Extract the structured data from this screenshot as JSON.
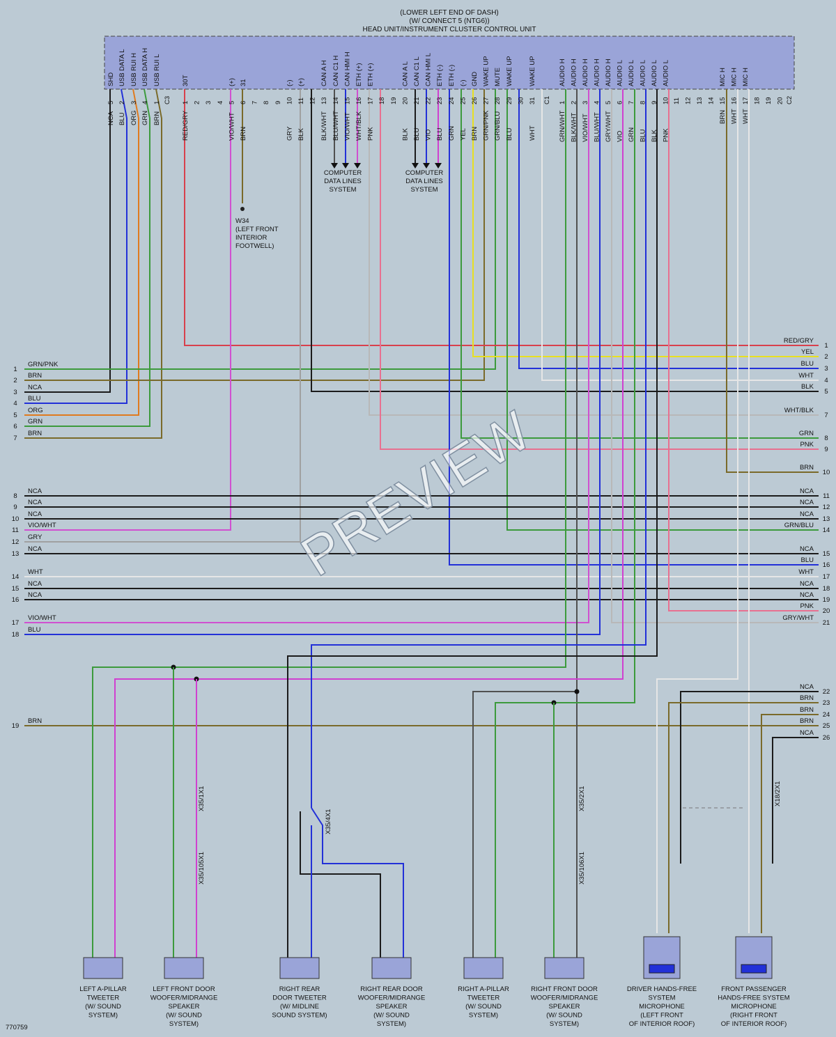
{
  "header": {
    "lines": [
      "(LOWER LEFT END OF DASH)",
      "(W/ CONNECT 5 (NTG6))",
      "HEAD UNIT/INSTRUMENT CLUSTER CONTROL UNIT"
    ]
  },
  "connector_c3": {
    "name": "C3",
    "pins": [
      {
        "fn": "SHD",
        "num": "5",
        "color": "NCA"
      },
      {
        "fn": "USB DATA L",
        "num": "2",
        "color": "BLU"
      },
      {
        "fn": "USB RUI H",
        "num": "3",
        "color": "ORG"
      },
      {
        "fn": "USB DATA H",
        "num": "4",
        "color": "GRN"
      },
      {
        "fn": "USB RUI L",
        "num": "1",
        "color": "BRN"
      }
    ]
  },
  "connector_top_pins": [
    {
      "fn": "30T",
      "num": "1",
      "color": "RED/GRY"
    },
    {
      "fn": "",
      "num": "2",
      "color": ""
    },
    {
      "fn": "",
      "num": "3",
      "color": ""
    },
    {
      "fn": "",
      "num": "4",
      "color": ""
    },
    {
      "fn": "(+)",
      "num": "5",
      "color": "VIO/WHT"
    },
    {
      "fn": "31",
      "num": "6",
      "color": "BRN"
    },
    {
      "fn": "",
      "num": "7",
      "color": ""
    },
    {
      "fn": "",
      "num": "8",
      "color": ""
    },
    {
      "fn": "",
      "num": "9",
      "color": ""
    },
    {
      "fn": "(-)",
      "num": "10",
      "color": "GRY"
    },
    {
      "fn": "(+)",
      "num": "11",
      "color": "BLK"
    },
    {
      "fn": "",
      "num": "12",
      "color": ""
    },
    {
      "fn": "CAN A H",
      "num": "13",
      "color": "BLK/WHT"
    },
    {
      "fn": "CAN C1 H",
      "num": "14",
      "color": "BLU/WHT"
    },
    {
      "fn": "CAN HMI H",
      "num": "15",
      "color": "VIO/WHT"
    },
    {
      "fn": "ETH (+)",
      "num": "16",
      "color": "WHT/BLK"
    },
    {
      "fn": "ETH (+)",
      "num": "17",
      "color": "PNK"
    },
    {
      "fn": "",
      "num": "18",
      "color": ""
    },
    {
      "fn": "",
      "num": "19",
      "color": ""
    },
    {
      "fn": "CAN A L",
      "num": "20",
      "color": "BLK"
    },
    {
      "fn": "CAN C1 L",
      "num": "21",
      "color": "BLU"
    },
    {
      "fn": "CAN HMI L",
      "num": "22",
      "color": "VIO"
    },
    {
      "fn": "ETH (-)",
      "num": "23",
      "color": "BLU"
    },
    {
      "fn": "ETH (-)",
      "num": "24",
      "color": "GRN"
    },
    {
      "fn": "(-)",
      "num": "25",
      "color": "YEL"
    },
    {
      "fn": "GND",
      "num": "26",
      "color": "BRN"
    },
    {
      "fn": "WAKE UP",
      "num": "27",
      "color": "GRN/PNK"
    },
    {
      "fn": "MUTE",
      "num": "28",
      "color": "GRN/BLU"
    },
    {
      "fn": "WAKE UP",
      "num": "29",
      "color": "BLU"
    },
    {
      "fn": "",
      "num": "30",
      "color": ""
    },
    {
      "fn": "WAKE UP",
      "num": "31",
      "color": "WHT"
    }
  ],
  "connector_c1": {
    "name": "C1",
    "pins": [
      {
        "fn": "AUDIO H",
        "num": "1",
        "color": "GRN/WHT"
      },
      {
        "fn": "AUDIO H",
        "num": "2",
        "color": "BLK/WHT"
      },
      {
        "fn": "AUDIO H",
        "num": "3",
        "color": "VIO/WHT"
      },
      {
        "fn": "AUDIO H",
        "num": "4",
        "color": "BLU/WHT"
      },
      {
        "fn": "AUDIO H",
        "num": "5",
        "color": "GRY/WHT"
      },
      {
        "fn": "AUDIO L",
        "num": "6",
        "color": "VIO"
      },
      {
        "fn": "AUDIO L",
        "num": "7",
        "color": "GRN"
      },
      {
        "fn": "AUDIO L",
        "num": "8",
        "color": "BLU"
      },
      {
        "fn": "AUDIO L",
        "num": "9",
        "color": "BLK"
      },
      {
        "fn": "AUDIO L",
        "num": "10",
        "color": "PNK"
      }
    ]
  },
  "connector_c2": {
    "name": "C2",
    "pins": [
      {
        "fn": "",
        "num": "11",
        "color": ""
      },
      {
        "fn": "",
        "num": "12",
        "color": ""
      },
      {
        "fn": "",
        "num": "13",
        "color": ""
      },
      {
        "fn": "",
        "num": "14",
        "color": ""
      },
      {
        "fn": "MIC H",
        "num": "15",
        "color": "BRN"
      },
      {
        "fn": "MIC H",
        "num": "16",
        "color": "WHT"
      },
      {
        "fn": "MIC H",
        "num": "17",
        "color": "WHT"
      },
      {
        "fn": "",
        "num": "18",
        "color": ""
      },
      {
        "fn": "",
        "num": "19",
        "color": ""
      },
      {
        "fn": "",
        "num": "20",
        "color": ""
      }
    ]
  },
  "data_lines_label": [
    "COMPUTER",
    "DATA LINES",
    "SYSTEM"
  ],
  "ground": {
    "name": "W34",
    "desc": [
      "(LEFT FRONT",
      "INTERIOR",
      "FOOTWELL)"
    ]
  },
  "left_rows": [
    {
      "num": "1",
      "color": "GRN/PNK"
    },
    {
      "num": "2",
      "color": "BRN"
    },
    {
      "num": "3",
      "color": "NCA"
    },
    {
      "num": "4",
      "color": "BLU"
    },
    {
      "num": "5",
      "color": "ORG"
    },
    {
      "num": "6",
      "color": "GRN"
    },
    {
      "num": "7",
      "color": "BRN"
    },
    {
      "num": "8",
      "color": "NCA"
    },
    {
      "num": "9",
      "color": "NCA"
    },
    {
      "num": "10",
      "color": "NCA"
    },
    {
      "num": "11",
      "color": "VIO/WHT"
    },
    {
      "num": "12",
      "color": "GRY"
    },
    {
      "num": "13",
      "color": "NCA"
    },
    {
      "num": "14",
      "color": "WHT"
    },
    {
      "num": "15",
      "color": "NCA"
    },
    {
      "num": "16",
      "color": "NCA"
    },
    {
      "num": "17",
      "color": "VIO/WHT"
    },
    {
      "num": "18",
      "color": "BLU"
    },
    {
      "num": "19",
      "color": "BRN"
    }
  ],
  "right_rows": [
    {
      "num": "1",
      "color": "RED/GRY"
    },
    {
      "num": "2",
      "color": "YEL"
    },
    {
      "num": "3",
      "color": "BLU"
    },
    {
      "num": "4",
      "color": "WHT"
    },
    {
      "num": "5",
      "color": "BLK"
    },
    {
      "num": "7",
      "color": "WHT/BLK"
    },
    {
      "num": "8",
      "color": "GRN"
    },
    {
      "num": "9",
      "color": "PNK"
    },
    {
      "num": "10",
      "color": "BRN"
    },
    {
      "num": "11",
      "color": "NCA"
    },
    {
      "num": "12",
      "color": "NCA"
    },
    {
      "num": "13",
      "color": "NCA"
    },
    {
      "num": "14",
      "color": "GRN/BLU"
    },
    {
      "num": "15",
      "color": "NCA"
    },
    {
      "num": "16",
      "color": "BLU"
    },
    {
      "num": "17",
      "color": "WHT"
    },
    {
      "num": "18",
      "color": "NCA"
    },
    {
      "num": "19",
      "color": "NCA"
    },
    {
      "num": "20",
      "color": "PNK"
    },
    {
      "num": "21",
      "color": "GRY/WHT"
    },
    {
      "num": "22",
      "color": "NCA"
    },
    {
      "num": "23",
      "color": "BRN"
    },
    {
      "num": "24",
      "color": "BRN"
    },
    {
      "num": "25",
      "color": "BRN"
    },
    {
      "num": "26",
      "color": "NCA"
    }
  ],
  "components": [
    {
      "name": [
        "LEFT A-PILLAR",
        "TWEETER",
        "(W/ SOUND",
        "SYSTEM)"
      ]
    },
    {
      "name": [
        "LEFT FRONT DOOR",
        "WOOFER/MIDRANGE",
        "SPEAKER",
        "(W/ SOUND",
        "SYSTEM)"
      ]
    },
    {
      "name": [
        "RIGHT REAR",
        "DOOR TWEETER",
        "(W/ MIDLINE",
        "SOUND SYSTEM)"
      ]
    },
    {
      "name": [
        "RIGHT REAR DOOR",
        "WOOFER/MIDRANGE",
        "SPEAKER",
        "(W/ SOUND",
        "SYSTEM)"
      ]
    },
    {
      "name": [
        "RIGHT A-PILLAR",
        "TWEETER",
        "(W/ SOUND",
        "SYSTEM)"
      ]
    },
    {
      "name": [
        "RIGHT FRONT DOOR",
        "WOOFER/MIDRANGE",
        "SPEAKER",
        "(W/ SOUND",
        "SYSTEM)"
      ]
    },
    {
      "name": [
        "DRIVER HANDS-FREE",
        "SYSTEM",
        "MICROPHONE",
        "(LEFT FRONT",
        "OF INTERIOR ROOF)"
      ]
    },
    {
      "name": [
        "FRONT PASSENGER",
        "HANDS-FREE SYSTEM",
        "MICROPHONE",
        "(RIGHT FRONT",
        "OF INTERIOR ROOF)"
      ]
    }
  ],
  "connectors": {
    "x35_1x1": "X35/1X1",
    "x35_105x1": "X35/105X1",
    "x35_4x1": "X35/4X1",
    "x35_2x1": "X35/2X1",
    "x35_106x1": "X35/106X1",
    "x18_2x1": "X18/2X1"
  },
  "figure_id": "770759",
  "watermark": "PREVIEW",
  "colors": {
    "NCA": "#1b1b1b",
    "BLU": "#2230d8",
    "ORG": "#e07a1e",
    "GRN": "#3c9a3c",
    "BRN": "#7a6a2a",
    "RED/GRY": "#d8404c",
    "VIO/WHT": "#d050d0",
    "GRY": "#a0a0a0",
    "BLK": "#1b1b1b",
    "PNK": "#e87090",
    "YEL": "#e8e020",
    "WHT": "#e6e6e6",
    "VIO": "#d040d0",
    "GRN/PNK": "#3c9a3c",
    "GRN/BLU": "#3c9a3c",
    "WHT/BLK": "#b8b8b8",
    "GRY/WHT": "#b8b8b8",
    "BLK/WHT": "#505050",
    "BLU/WHT": "#2230d8",
    "GRN/WHT": "#3c9a3c"
  }
}
